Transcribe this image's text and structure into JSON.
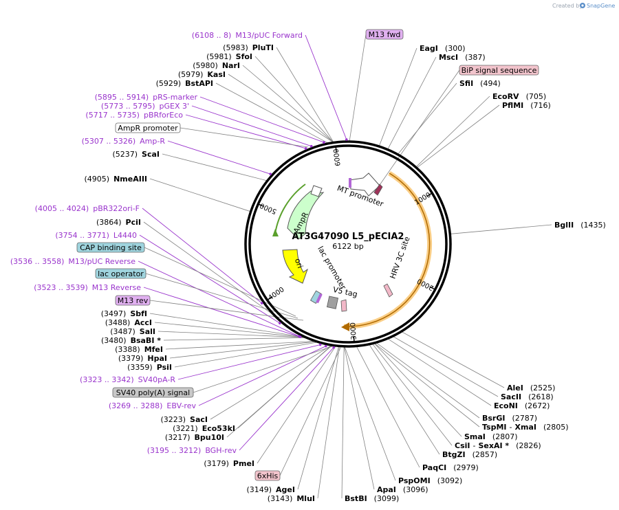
{
  "plasmid": {
    "name": "AT3G47090 L5_pECIA2",
    "size_label": "6122 bp",
    "length": 6122
  },
  "credit": {
    "prefix": "Created by",
    "brand": "SnapGene"
  },
  "ruler": [
    "1000",
    "2000",
    "3000",
    "4000",
    "5000",
    "6000"
  ],
  "sites_right": [
    {
      "name": "EagI",
      "pos": "(300)"
    },
    {
      "name": "MscI",
      "pos": "(387)"
    },
    {
      "name": "SfiI",
      "pos": "(494)"
    },
    {
      "name": "EcoRV",
      "pos": "(705)"
    },
    {
      "name": "PflMI",
      "pos": "(716)"
    },
    {
      "name": "BglII",
      "pos": "(1435)"
    }
  ],
  "sites_bottom_right": [
    {
      "name": "AleI",
      "pos": "(2525)"
    },
    {
      "name": "SacII",
      "pos": "(2618)"
    },
    {
      "name": "EcoNI",
      "pos": "(2672)"
    },
    {
      "name": "BsrGI",
      "pos": "(2787)"
    },
    {
      "name": "TspMI",
      "name2": "XmaI",
      "pos": "(2805)"
    },
    {
      "name": "SmaI",
      "pos": "(2807)"
    },
    {
      "name": "CsiI",
      "name2": "SexAI *",
      "pos": "(2826)"
    },
    {
      "name": "BtgZI",
      "pos": "(2857)"
    },
    {
      "name": "PaqCI",
      "pos": "(2979)"
    },
    {
      "name": "PspOMI",
      "pos": "(3092)"
    },
    {
      "name": "ApaI",
      "pos": "(3096)"
    },
    {
      "name": "BstBI",
      "pos": "(3099)"
    }
  ],
  "sites_bottom_left": [
    {
      "name": "MluI",
      "pos": "(3143)"
    },
    {
      "name": "AgeI",
      "pos": "(3149)"
    },
    {
      "name": "PmeI",
      "pos": "(3179)"
    },
    {
      "name": "Bpu10I",
      "pos": "(3217)"
    },
    {
      "name": "Eco53kI",
      "pos": "(3221)"
    },
    {
      "name": "SacI",
      "pos": "(3223)"
    },
    {
      "name": "PsiI",
      "pos": "(3359)"
    },
    {
      "name": "HpaI",
      "pos": "(3379)"
    },
    {
      "name": "MfeI",
      "pos": "(3388)"
    },
    {
      "name": "BsaBI *",
      "pos": "(3480)"
    },
    {
      "name": "SalI",
      "pos": "(3487)"
    },
    {
      "name": "AccI",
      "pos": "(3488)"
    },
    {
      "name": "SbfI",
      "pos": "(3497)"
    },
    {
      "name": "PciI",
      "pos": "(3864)"
    },
    {
      "name": "NmeAIII",
      "pos": "(4905)"
    },
    {
      "name": "ScaI",
      "pos": "(5237)"
    },
    {
      "name": "BstAPI",
      "pos": "(5929)"
    },
    {
      "name": "KasI",
      "pos": "(5979)"
    },
    {
      "name": "NarI",
      "pos": "(5980)"
    },
    {
      "name": "SfoI",
      "pos": "(5981)"
    },
    {
      "name": "PluTI",
      "pos": "(5983)"
    }
  ],
  "primers": [
    {
      "range": "(6108 .. 8)",
      "name": "M13/pUC Forward"
    },
    {
      "range": "(5895 .. 5914)",
      "name": "pRS-marker"
    },
    {
      "range": "(5773 .. 5795)",
      "name": "pGEX 3'"
    },
    {
      "range": "(5717 .. 5735)",
      "name": "pBRforEco"
    },
    {
      "range": "(5307 .. 5326)",
      "name": "Amp-R"
    },
    {
      "range": "(4005 .. 4024)",
      "name": "pBR322ori-F"
    },
    {
      "range": "(3754 .. 3771)",
      "name": "L4440"
    },
    {
      "range": "(3536 .. 3558)",
      "name": "M13/pUC Reverse"
    },
    {
      "range": "(3523 .. 3539)",
      "name": "M13 Reverse"
    },
    {
      "range": "(3323 .. 3342)",
      "name": "SV40pA-R"
    },
    {
      "range": "(3269 .. 3288)",
      "name": "EBV-rev"
    },
    {
      "range": "(3195 .. 3212)",
      "name": "BGH-rev"
    }
  ],
  "boxed_features": [
    {
      "label": "M13 fwd",
      "color": "#e0b0f0"
    },
    {
      "label": "BiP signal sequence",
      "color": "#f2c4cc"
    },
    {
      "label": "AmpR promoter",
      "color": "#ffffff"
    },
    {
      "label": "CAP binding site",
      "color": "#9fd4de"
    },
    {
      "label": "lac operator",
      "color": "#9fd4de"
    },
    {
      "label": "M13 rev",
      "color": "#e0b0f0"
    },
    {
      "label": "SV40 poly(A) signal",
      "color": "#c8c8c8"
    },
    {
      "label": "6xHis",
      "color": "#f2c4cc"
    }
  ],
  "inner_features": [
    {
      "label": "MT promoter",
      "color": "#ffffff"
    },
    {
      "label": "HRV 3C site",
      "color": "#f2b8c8"
    },
    {
      "label": "V5 tag",
      "color": "#a0a0a0"
    },
    {
      "label": "lac promoter",
      "color": "#ffffff"
    },
    {
      "label": "ori",
      "color": "#ffff00"
    },
    {
      "label": "AmpR",
      "color": "#ccffcc"
    }
  ],
  "colors": {
    "primer": "#9933cc",
    "insert": "#f5a623",
    "ampr": "#5aa02c",
    "backbone": "#000000"
  }
}
